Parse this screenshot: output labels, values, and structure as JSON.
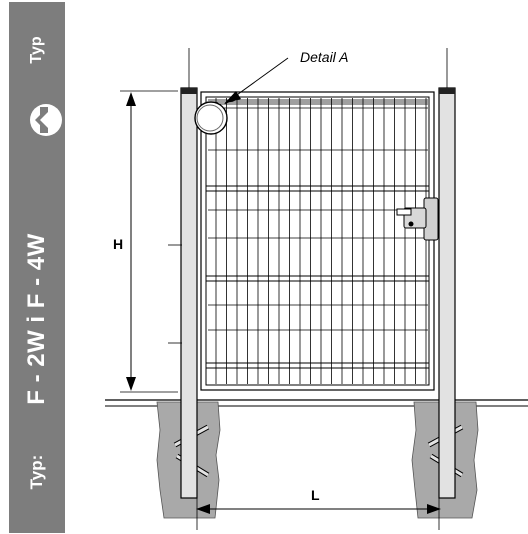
{
  "banner": {
    "top_label": "Typ",
    "main_label": "F - 2W i F - 4W",
    "bottom_label": "Typ:"
  },
  "drawing": {
    "detail_label": "Detail A",
    "height_label": "H",
    "length_label": "L"
  },
  "icons": {
    "orientation": "arrow-left-circle-icon"
  },
  "colors": {
    "banner": "#7d7d7d",
    "concrete": "#a9a9a9",
    "post": "#e2e2e2",
    "line": "#000000"
  }
}
